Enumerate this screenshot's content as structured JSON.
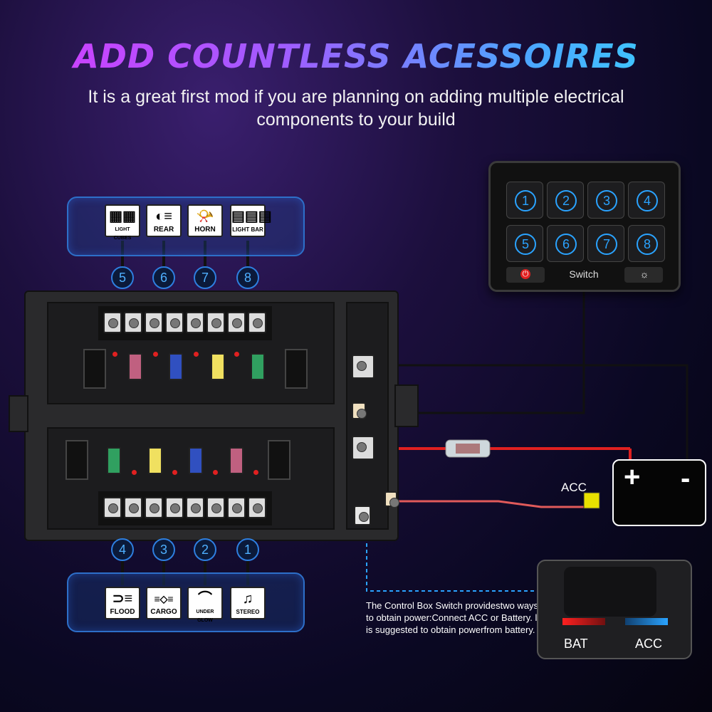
{
  "title": "ADD COUNTLESS ACESSOIRES",
  "subtitle": "It is a great first mod if you are planning on adding multiple electrical components to your build",
  "top_accessories": [
    {
      "label": "LIGHT CUBES",
      "icon": "light-cubes-icon",
      "glyph": "▦▦",
      "circuit": "5"
    },
    {
      "label": "REAR",
      "icon": "rear-light-icon",
      "glyph": "◐≡",
      "circuit": "6"
    },
    {
      "label": "HORN",
      "icon": "horn-icon",
      "glyph": "📯",
      "circuit": "7"
    },
    {
      "label": "LIGHT BAR",
      "icon": "light-bar-icon",
      "glyph": "▤▤▤",
      "circuit": "8"
    }
  ],
  "bottom_accessories": [
    {
      "label": "FLOOD",
      "icon": "flood-light-icon",
      "glyph": "⊃≡",
      "circuit": "4"
    },
    {
      "label": "CARGO",
      "icon": "cargo-light-icon",
      "glyph": "≡◇≡",
      "circuit": "3"
    },
    {
      "label": "UNDER GLOW",
      "icon": "under-glow-icon",
      "glyph": "⌒",
      "circuit": "2"
    },
    {
      "label": "STEREO",
      "icon": "stereo-icon",
      "glyph": "♫",
      "circuit": "1"
    }
  ],
  "switch_panel": {
    "keys": [
      "1",
      "2",
      "3",
      "4",
      "5",
      "6",
      "7",
      "8"
    ],
    "label": "Switch"
  },
  "battery": {
    "plus": "+",
    "minus": "-"
  },
  "acc_label": "ACC",
  "note": "The Control Box Switch providestwo ways to obtain power:Connect ACC or Battery. lt is suggested to obtain powerfrom battery.",
  "inset": {
    "bat_label": "BAT",
    "acc_label": "ACC"
  },
  "colors": {
    "accent_blue": "#2aa3ff",
    "wire_red": "#e02020",
    "panel_border": "#2d6fc9"
  }
}
